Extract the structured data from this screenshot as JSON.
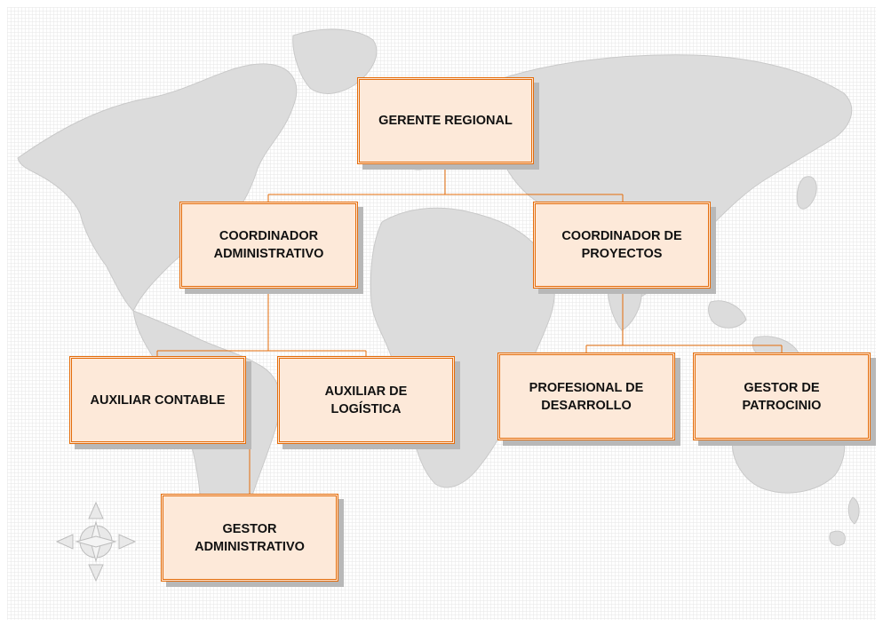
{
  "colors": {
    "node_fill": "#fde9d9",
    "node_border": "#e46c0a",
    "connector": "#e46c0a",
    "shadow": "#b8b8b8",
    "map_land": "#d9d9d9"
  },
  "background": {
    "icon": "world-map-icon",
    "compass_icon": "compass-rose-icon"
  },
  "org_chart": {
    "root": "GERENTE REGIONAL",
    "coordinador_administrativo": "COORDINADOR\nADMINISTRATIVO",
    "coordinador_proyectos": "COORDINADOR DE\nPROYECTOS",
    "auxiliar_contable": "AUXILIAR CONTABLE",
    "auxiliar_logistica": "AUXILIAR DE\nLOGÍSTICA",
    "profesional_desarrollo": "PROFESIONAL DE\nDESARROLLO",
    "gestor_patrocinio": "GESTOR DE\nPATROCINIO",
    "gestor_administrativo": "GESTOR\nADMINISTRATIVO"
  }
}
